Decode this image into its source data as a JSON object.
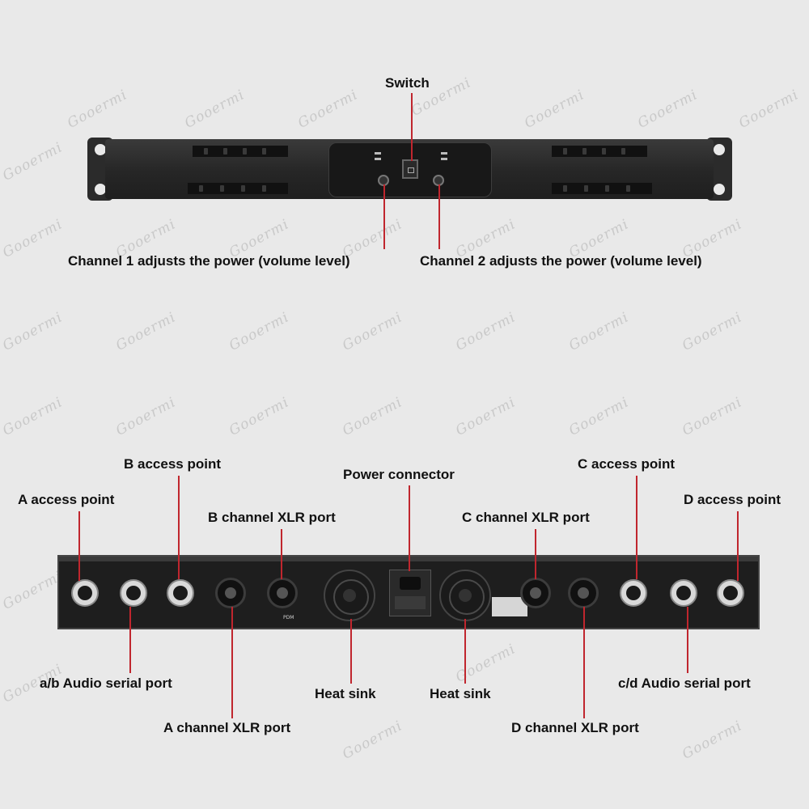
{
  "watermark": "Gooermi",
  "front_labels": {
    "switch": "Switch",
    "ch1_volume": "Channel 1 adjusts the power (volume level)",
    "ch2_volume": "Channel 2 adjusts the power (volume level)"
  },
  "rear_labels": {
    "a_access": "A access point",
    "b_access": "B access point",
    "b_xlr": "B channel XLR port",
    "power": "Power connector",
    "c_access": "C access point",
    "c_xlr": "C channel XLR port",
    "d_access": "D access point",
    "ab_serial": "a/b Audio serial port",
    "heat_sink_1": "Heat sink",
    "heat_sink_2": "Heat sink",
    "cd_serial": "c/d Audio serial port",
    "a_xlr": "A channel XLR port",
    "d_xlr": "D channel XLR port"
  },
  "device": {
    "brand": "PDM",
    "colors": {
      "body": "#2e2e2e",
      "panel": "#1e1e1e",
      "callout": "#c0262e",
      "background": "#e9e9e9"
    }
  }
}
